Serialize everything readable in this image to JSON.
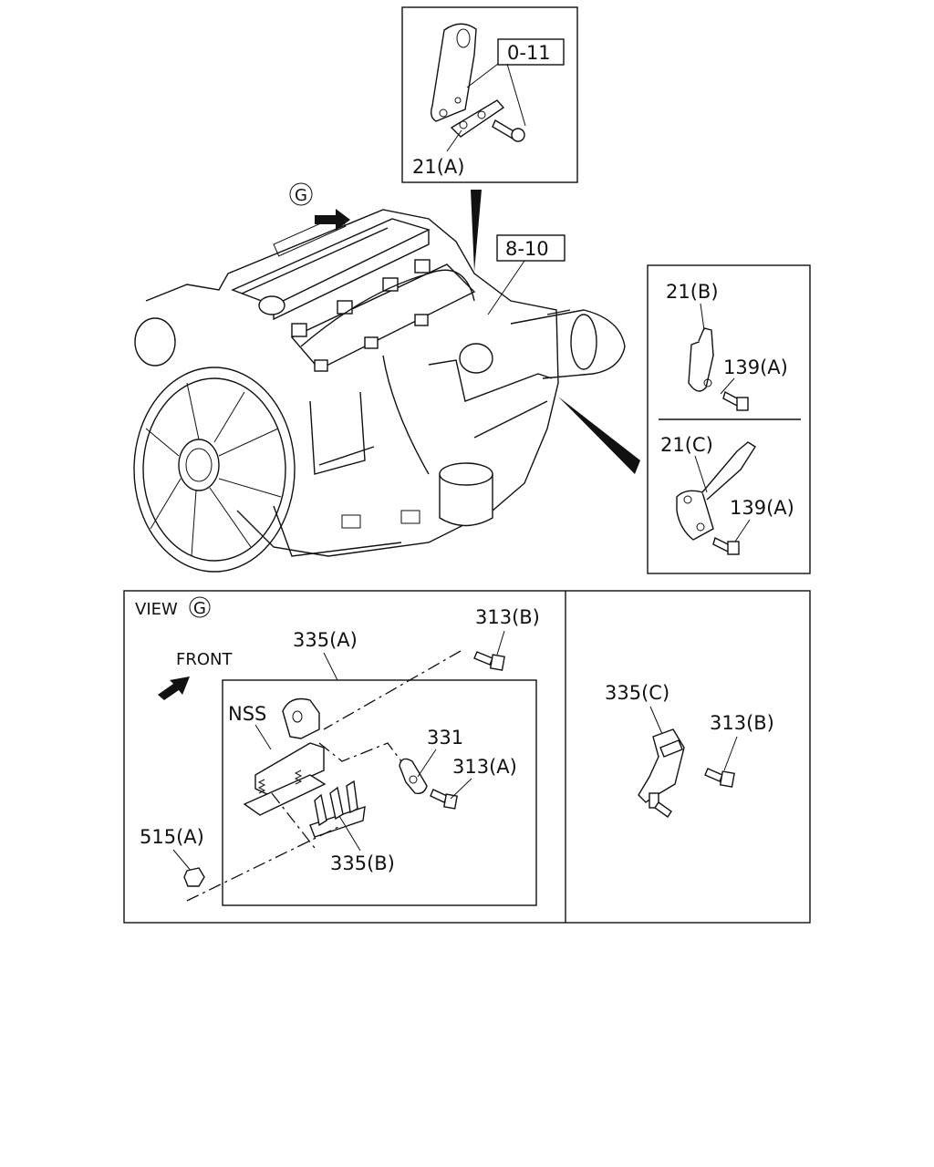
{
  "callouts": {
    "ref_0_11": "0-11",
    "ref_8_10": "8-10",
    "top_21a": "21(A)",
    "r_21b": "21(B)",
    "r_139a_1": "139(A)",
    "r_21c": "21(C)",
    "r_139a_2": "139(A)",
    "view_g": "VIEW",
    "view_g_mark": "G",
    "g_mark": "G",
    "front": "FRONT",
    "p_313b_1": "313(B)",
    "p_335a": "335(A)",
    "p_nss": "NSS",
    "p_331": "331",
    "p_313a": "313(A)",
    "p_515a": "515(A)",
    "p_335b": "335(B)",
    "p_335c": "335(C)",
    "p_313b_2": "313(B)"
  }
}
